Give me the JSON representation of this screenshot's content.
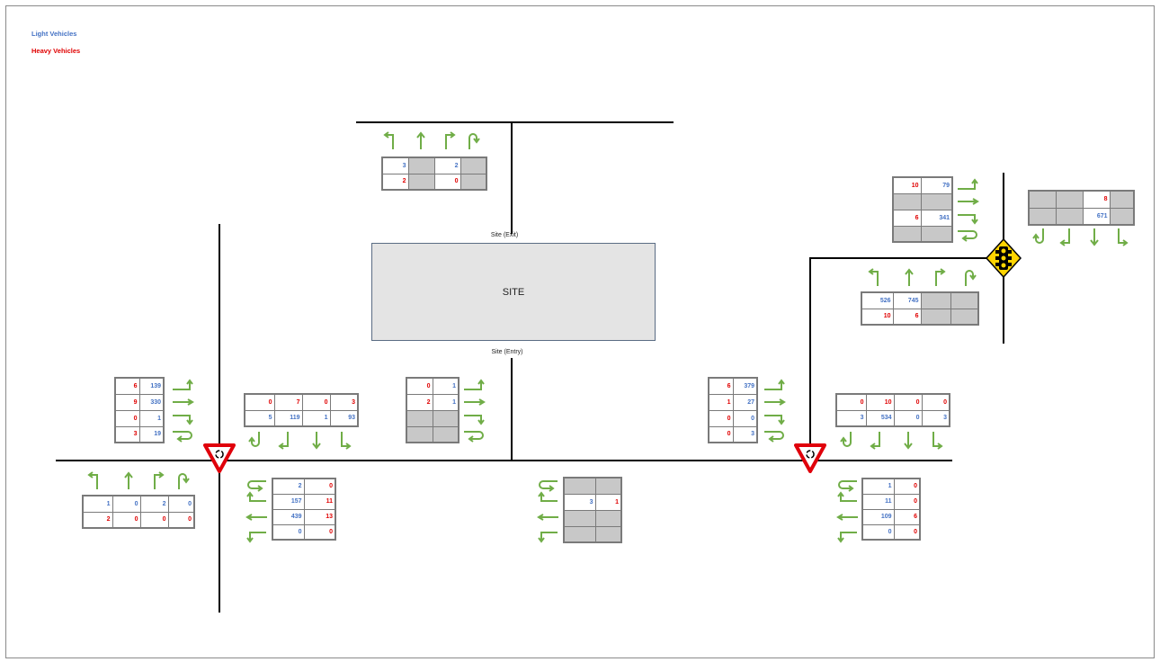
{
  "legend": {
    "light": "Light Vehicles",
    "heavy": "Heavy Vehicles",
    "colors": {
      "light": "#4472c4",
      "heavy": "#e00000",
      "arrow": "#70ad47",
      "empty": "#c8c8c8"
    }
  },
  "site": {
    "label": "SITE",
    "exit_label": "Site (Exit)",
    "entry_label": "Site (Entry)"
  },
  "controls": {
    "west_roundabout": "roundabout-give-way-sign",
    "east_roundabout": "roundabout-give-way-sign",
    "ne_signal": "traffic-signal-sign"
  },
  "counts": {
    "site_exit_approach": {
      "movements": [
        "left",
        "through",
        "right",
        "u-turn"
      ],
      "rows": [
        [
          "3",
          "",
          "2",
          ""
        ],
        [
          "2",
          "",
          "0",
          ""
        ]
      ],
      "types": [
        [
          "b",
          "g",
          "b",
          "g"
        ],
        [
          "r",
          "g",
          "r",
          "g"
        ]
      ]
    },
    "west_west_approach": {
      "movements": [
        "left",
        "through",
        "right",
        "u-turn"
      ],
      "rows": [
        [
          "6",
          "139"
        ],
        [
          "9",
          "330"
        ],
        [
          "0",
          "1"
        ],
        [
          "3",
          "19"
        ]
      ],
      "types": [
        [
          "r",
          "b"
        ],
        [
          "r",
          "b"
        ],
        [
          "r",
          "b"
        ],
        [
          "r",
          "b"
        ]
      ]
    },
    "west_north_approach": {
      "movements": [
        "u-turn",
        "right",
        "through",
        "left"
      ],
      "rows": [
        [
          "0",
          "7",
          "0",
          "3"
        ],
        [
          "5",
          "119",
          "1",
          "93"
        ]
      ],
      "types": [
        [
          "r",
          "b",
          "r",
          "r"
        ],
        [
          "b",
          "b",
          "b",
          "b"
        ]
      ]
    },
    "west_south_approach": {
      "movements": [
        "left",
        "through",
        "right",
        "u-turn"
      ],
      "rows": [
        [
          "1",
          "0",
          "2",
          "0"
        ],
        [
          "2",
          "0",
          "0",
          "0"
        ]
      ],
      "types": [
        [
          "b",
          "b",
          "b",
          "b"
        ],
        [
          "r",
          "r",
          "r",
          "r"
        ]
      ]
    },
    "west_east_approach": {
      "movements": [
        "u-turn",
        "left",
        "through",
        "right"
      ],
      "rows": [
        [
          "2",
          "0"
        ],
        [
          "157",
          "11"
        ],
        [
          "439",
          "13"
        ],
        [
          "0",
          "0"
        ]
      ],
      "types": [
        [
          "b",
          "r"
        ],
        [
          "b",
          "r"
        ],
        [
          "b",
          "r"
        ],
        [
          "b",
          "r"
        ]
      ]
    },
    "site_access_west_approach": {
      "movements": [
        "left",
        "through",
        "right",
        "u-turn"
      ],
      "rows": [
        [
          "0",
          "1"
        ],
        [
          "2",
          "1"
        ],
        [
          "",
          ""
        ],
        [
          "",
          ""
        ]
      ],
      "types": [
        [
          "r",
          "b"
        ],
        [
          "r",
          "b"
        ],
        [
          "g",
          "g"
        ],
        [
          "g",
          "g"
        ]
      ]
    },
    "site_access_east_approach": {
      "movements": [
        "u-turn",
        "left",
        "through",
        "right"
      ],
      "rows": [
        [
          "",
          ""
        ],
        [
          "3",
          "1"
        ],
        [
          "",
          ""
        ],
        [
          "",
          ""
        ]
      ],
      "types": [
        [
          "g",
          "g"
        ],
        [
          "b",
          "r"
        ],
        [
          "g",
          "g"
        ],
        [
          "g",
          "g"
        ]
      ]
    },
    "east_west_approach": {
      "movements": [
        "left",
        "through",
        "right",
        "u-turn"
      ],
      "rows": [
        [
          "6",
          "379"
        ],
        [
          "1",
          "27"
        ],
        [
          "0",
          "0"
        ],
        [
          "0",
          "3"
        ]
      ],
      "types": [
        [
          "r",
          "b"
        ],
        [
          "r",
          "b"
        ],
        [
          "r",
          "b"
        ],
        [
          "r",
          "b"
        ]
      ]
    },
    "east_north_approach": {
      "movements": [
        "u-turn",
        "right",
        "through",
        "left"
      ],
      "rows": [
        [
          "0",
          "10",
          "0",
          "0"
        ],
        [
          "3",
          "534",
          "0",
          "3"
        ]
      ],
      "types": [
        [
          "r",
          "r",
          "r",
          "r"
        ],
        [
          "b",
          "b",
          "b",
          "b"
        ]
      ]
    },
    "east_east_approach": {
      "movements": [
        "u-turn",
        "left",
        "through",
        "right"
      ],
      "rows": [
        [
          "1",
          "0"
        ],
        [
          "11",
          "0"
        ],
        [
          "109",
          "6"
        ],
        [
          "0",
          "0"
        ]
      ],
      "types": [
        [
          "b",
          "r"
        ],
        [
          "b",
          "r"
        ],
        [
          "b",
          "r"
        ],
        [
          "b",
          "r"
        ]
      ]
    },
    "signal_west_approach": {
      "movements": [
        "left",
        "through",
        "right",
        "u-turn"
      ],
      "rows": [
        [
          "10",
          "79"
        ],
        [
          "",
          ""
        ],
        [
          "6",
          "341"
        ],
        [
          "",
          ""
        ]
      ],
      "types": [
        [
          "r",
          "b"
        ],
        [
          "g",
          "g"
        ],
        [
          "r",
          "b"
        ],
        [
          "g",
          "g"
        ]
      ]
    },
    "signal_north_approach": {
      "movements": [
        "u-turn",
        "right",
        "through",
        "left"
      ],
      "rows": [
        [
          "",
          "",
          "8",
          ""
        ],
        [
          "",
          "",
          "671",
          ""
        ]
      ],
      "types": [
        [
          "g",
          "g",
          "r",
          "g"
        ],
        [
          "g",
          "g",
          "b",
          "g"
        ]
      ]
    },
    "signal_south_approach": {
      "movements": [
        "left",
        "through",
        "right",
        "u-turn"
      ],
      "rows": [
        [
          "526",
          "745",
          "",
          ""
        ],
        [
          "10",
          "6",
          "",
          ""
        ]
      ],
      "types": [
        [
          "b",
          "b",
          "g",
          "g"
        ],
        [
          "r",
          "r",
          "g",
          "g"
        ]
      ]
    }
  }
}
